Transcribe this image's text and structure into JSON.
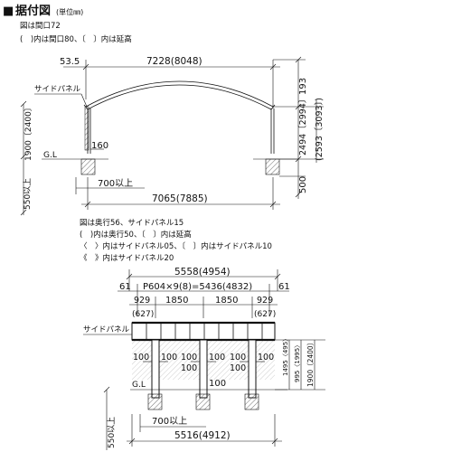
{
  "header": {
    "square": "■",
    "title": "据付図",
    "unit": "(単位㎜)",
    "note1": "図は間口72",
    "note2": "(　)内は間口80、〔　〕内は延高"
  },
  "top_view": {
    "left_offset": "53.5",
    "width_top": "7228(8048)",
    "side_panel": "サイドパネル",
    "left_height": "1900〔2400〕",
    "gl": "G.L",
    "dim_160": "160",
    "embed_left": "550以上",
    "dim_700": "700以上",
    "width_bottom": "7065(7885)",
    "r_193": "193",
    "r_2494": "2494〔2994〕",
    "r_2593": "(2593〔3093〕)",
    "r_500": "500"
  },
  "bottom_notes": {
    "n1": "図は奥行56、サイドパネル15",
    "n2": "(　)内は奥行50、〔　〕内は延高",
    "n3": "〈　〉内はサイドパネル05、〔　〕内はサイドパネル10",
    "n4": "《　》内はサイドパネル20"
  },
  "bottom_view": {
    "total": "5558(4954)",
    "m61_left": "61",
    "m61_right": "61",
    "pitch": "P604×9(8)=5436(4832)",
    "d929_left": "929",
    "d1850_a": "1850",
    "d1850_b": "1850",
    "d929_right": "929",
    "d627_left": "(627)",
    "d627_right": "(627)",
    "side_panel": "サイドパネル",
    "d100_a": "100",
    "d100_b": "100",
    "d100_c": "100",
    "d100_d": "100",
    "d100_e": "100",
    "d100_f": "100",
    "d100_g": "100",
    "d100_h": "100",
    "gl": "G.L",
    "d100_mid": "100",
    "embed_left": "550以上",
    "dim_700": "700以上",
    "width_bottom": "5516(4912)",
    "r_1495": "1495〈495〉",
    "r_995": "995〈1995〉",
    "r_1900": "1900〔2400〕"
  }
}
